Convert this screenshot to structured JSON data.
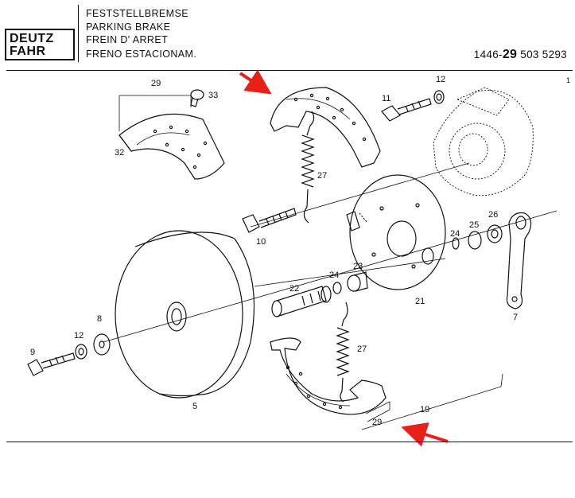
{
  "header": {
    "logo": {
      "line1": "DEUTZ",
      "line2": "FAHR"
    },
    "titles": [
      "FESTSTELLBREMSE",
      "PARKING   BRAKE",
      "FREIN D' ARRET",
      "FRENO ESTACIONAM."
    ],
    "part_number": {
      "prefix": "1446-",
      "group": "29",
      "suffix": " 503  5293"
    },
    "page_mark": "1"
  },
  "diagram": {
    "labels": {
      "p29_top": "29",
      "p33": "33",
      "p32": "32",
      "p11": "11",
      "p12_top": "12",
      "p27_top": "27",
      "p10": "10",
      "p24_right": "24",
      "p25": "25",
      "p26": "26",
      "p22": "22",
      "p24_mid": "24",
      "p23": "23",
      "p21": "21",
      "p7": "7",
      "p8": "8",
      "p12_left": "12",
      "p9": "9",
      "p5": "5",
      "p27_bot": "27",
      "p19": "19",
      "p29_bot": "29"
    },
    "arrow_color": "#e8201a"
  }
}
